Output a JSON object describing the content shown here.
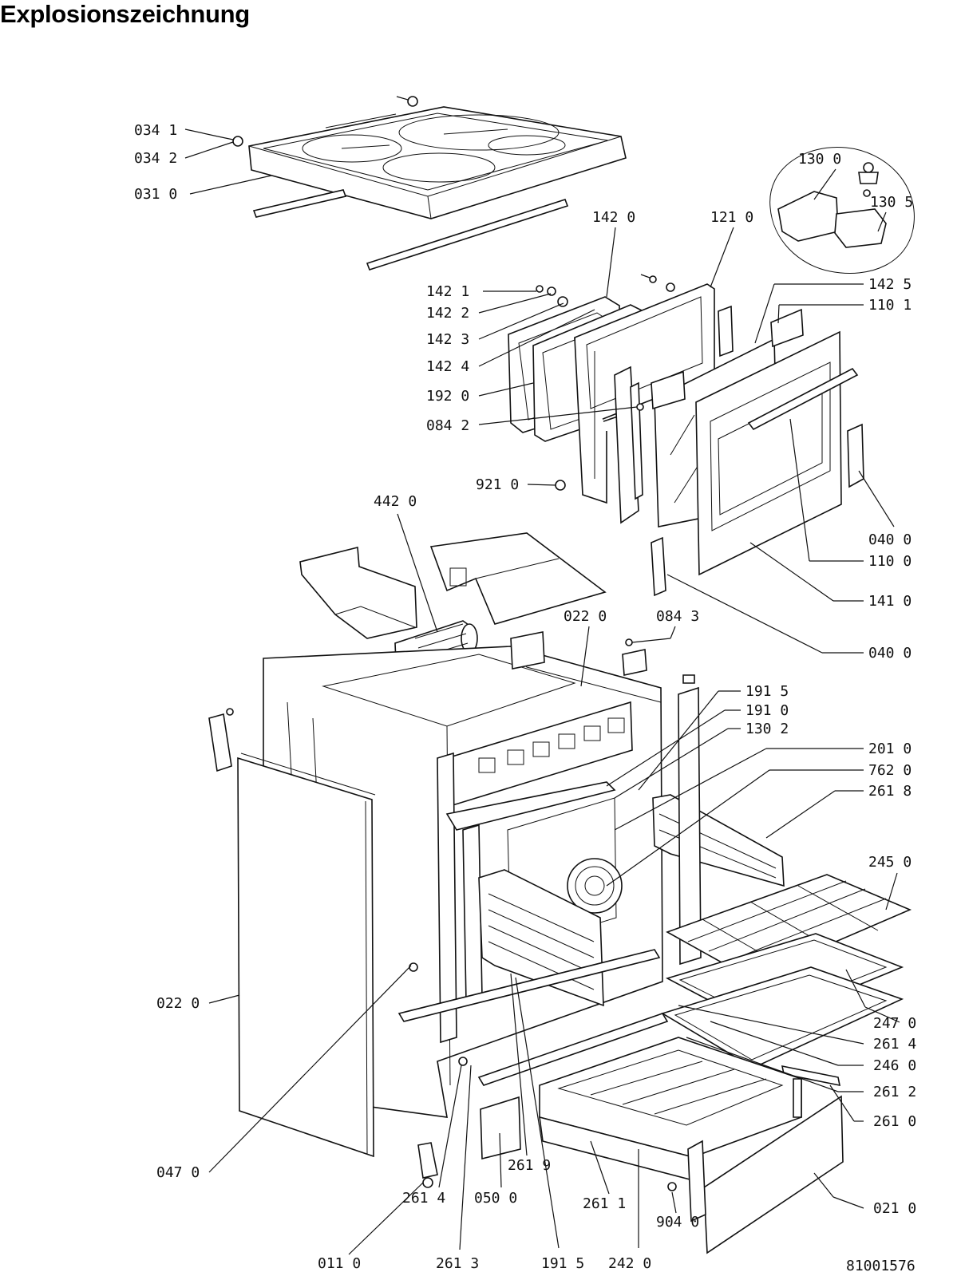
{
  "title": "Explosionszeichnung",
  "doc_number": "81001576",
  "labels": {
    "l0341": "034 1",
    "l0342": "034 2",
    "l0310": "031 0",
    "l1300": "130 0",
    "l1305": "130 5",
    "l1420": "142 0",
    "l1210": "121 0",
    "l1421": "142 1",
    "l1422": "142 2",
    "l1423": "142 3",
    "l1424": "142 4",
    "l1920": "192 0",
    "l0842": "084 2",
    "l9210": "921 0",
    "l1425": "142 5",
    "l1101": "110 1",
    "l0400a": "040 0",
    "l1100": "110 0",
    "l1410": "141 0",
    "l0400b": "040 0",
    "l4420": "442 0",
    "l0220a": "022 0",
    "l0843": "084 3",
    "l1915a": "191 5",
    "l1910": "191 0",
    "l1302": "130 2",
    "l2010": "201 0",
    "l7620": "762 0",
    "l2618": "261 8",
    "l2450": "245 0",
    "l0220b": "022 0",
    "l2470": "247 0",
    "l2614a": "261 4",
    "l2460": "246 0",
    "l2612": "261 2",
    "l2610": "261 0",
    "l0470": "047 0",
    "l2619": "261 9",
    "l0210": "021 0",
    "l2614b": "261 4",
    "l0500": "050 0",
    "l2611": "261 1",
    "l9040": "904 0",
    "l0110": "011 0",
    "l2613": "261 3",
    "l1915b": "191 5",
    "l2420": "242 0"
  }
}
